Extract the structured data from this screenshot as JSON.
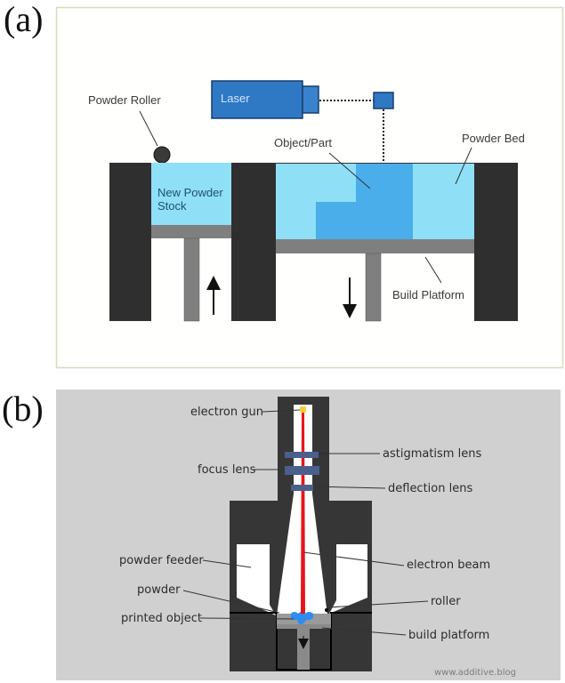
{
  "panels": {
    "a": {
      "tag": "(a)",
      "title": "Selective laser melting (powder bed fusion) schematic",
      "labels": {
        "laser": "Laser",
        "powder_roller": "Powder Roller",
        "object_part": "Object/Part",
        "powder_bed": "Powder Bed",
        "new_powder_line1": "New Powder",
        "new_powder_line2": "Stock",
        "build_platform": "Build Platform"
      },
      "arrows": {
        "stock_piston": "up",
        "build_piston": "down"
      },
      "colors": {
        "frame_border": "#d5dcbc",
        "walls": "#2f2f2f",
        "powder": "#8fe0f6",
        "part": "#4aaeea",
        "laser_body": "#2f78c4",
        "platform": "#7f7f7f"
      }
    },
    "b": {
      "tag": "(b)",
      "title": "Electron beam melting schematic",
      "labels": {
        "electron_gun": "electron gun",
        "astigmatism_lens": "astigmatism lens",
        "focus_lens": "focus lens",
        "deflection_lens": "deflection lens",
        "powder_feeder": "powder feeder",
        "electron_beam": "electron beam",
        "powder": "powder",
        "roller": "roller",
        "printed_object": "printed object",
        "build_platform": "build platform"
      },
      "watermark": "www.additive.blog",
      "colors": {
        "background": "#d0d0d0",
        "housing": "#363636",
        "beam": "#e8141b",
        "lens": "#4a5f8c",
        "gun": "#f3cf3a",
        "object": "#2f8cf2",
        "platform": "#9a9a9a"
      }
    }
  }
}
